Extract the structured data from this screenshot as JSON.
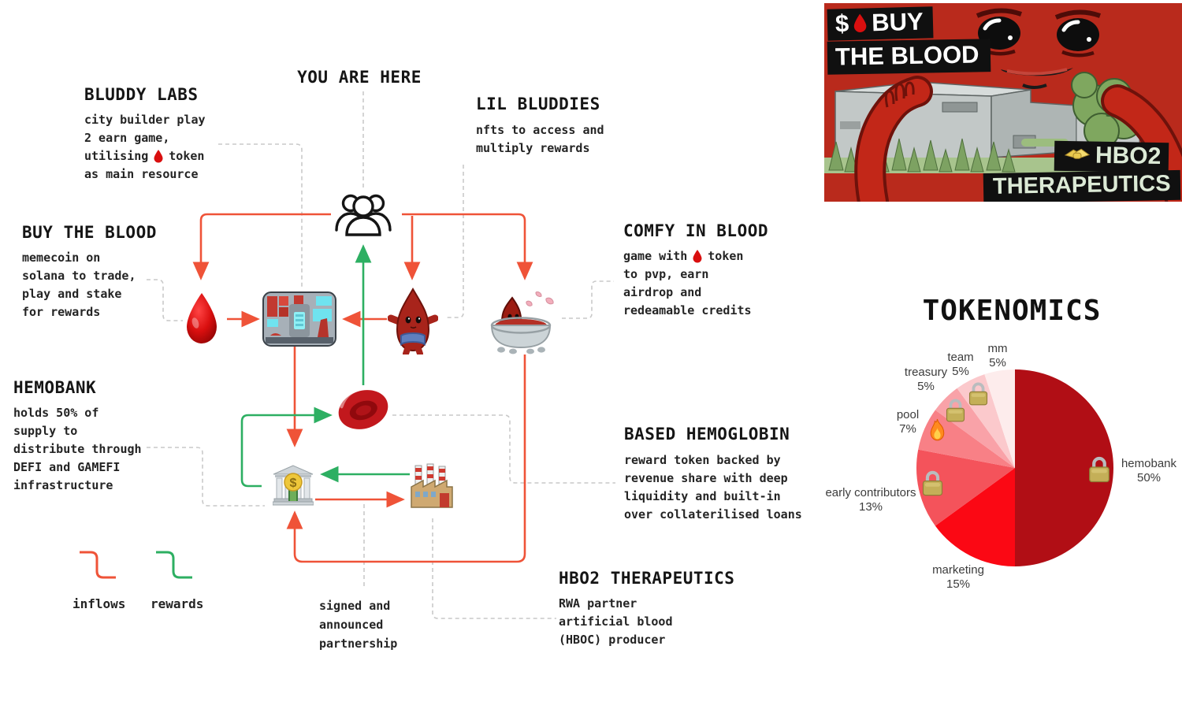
{
  "diagram": {
    "you_are_here": "YOU ARE HERE",
    "nodes": {
      "bluddy_labs": {
        "title": "BLUDDY LABS",
        "line1": "city builder play",
        "line2": "2 earn game,",
        "line3a": "utilising",
        "line3b": "token",
        "line4": "as main resource"
      },
      "lil_bluddies": {
        "title": "LIL BLUDDIES",
        "line1": "nfts to access and",
        "line2": "multiply rewards"
      },
      "buy_the_blood": {
        "title": "BUY THE BLOOD",
        "line1": "memecoin on",
        "line2": "solana to trade,",
        "line3": "play and stake",
        "line4": "for rewards"
      },
      "comfy_in_blood": {
        "title": "COMFY IN BLOOD",
        "line1a": "game with",
        "line1b": "token",
        "line2": "to pvp, earn",
        "line3": "airdrop and",
        "line4": "redeamable credits"
      },
      "hemobank": {
        "title": "HEMOBANK",
        "line1": "holds 50% of",
        "line2": "supply to",
        "line3": "distribute through",
        "line4": "DEFI and GAMEFI",
        "line5": "infrastructure"
      },
      "based_hemoglobin": {
        "title": "BASED HEMOGLOBIN",
        "line1": "reward token backed by",
        "line2": "revenue share with deep",
        "line3": "liquidity and built-in",
        "line4": "over collaterilised loans"
      },
      "hbo2_therapeutics": {
        "title": "HBO2 THERAPEUTICS",
        "line1": "RWA partner",
        "line2": "artificial blood",
        "line3": "(HBOC) producer"
      }
    },
    "legend": {
      "inflows": "inflows",
      "rewards": "rewards"
    },
    "partnership_note": {
      "line1": "signed and",
      "line2": "announced",
      "line3": "partnership"
    },
    "colors": {
      "inflow": "#ef5338",
      "reward": "#2daf62",
      "connector": "#c9c9c9"
    }
  },
  "banner": {
    "title_prefix": "$",
    "title_word1": "BUY",
    "title_line2": "THE BLOOD",
    "partner_line1": "HBO2",
    "partner_line2": "THERAPEUTICS"
  },
  "chart_data": {
    "type": "pie",
    "title": "TOKENOMICS",
    "start_angle_deg": -90,
    "direction": "clockwise",
    "legend_position": "labels-around",
    "slices": [
      {
        "label": "hemobank",
        "value": 50,
        "pct": "50%",
        "color": "#b10e15",
        "icon": "lock"
      },
      {
        "label": "marketing",
        "value": 15,
        "pct": "15%",
        "color": "#fb0814",
        "icon": ""
      },
      {
        "label": "early contributors",
        "value": 13,
        "pct": "13%",
        "color": "#f4535b",
        "icon": "lock"
      },
      {
        "label": "pool",
        "value": 7,
        "pct": "7%",
        "color": "#f88086",
        "icon": "fire"
      },
      {
        "label": "treasury",
        "value": 5,
        "pct": "5%",
        "color": "#f9a2a8",
        "icon": "lock"
      },
      {
        "label": "team",
        "value": 5,
        "pct": "5%",
        "color": "#fbc9cc",
        "icon": "lock"
      },
      {
        "label": "mm",
        "value": 5,
        "pct": "5%",
        "color": "#fdecec",
        "icon": ""
      }
    ]
  }
}
